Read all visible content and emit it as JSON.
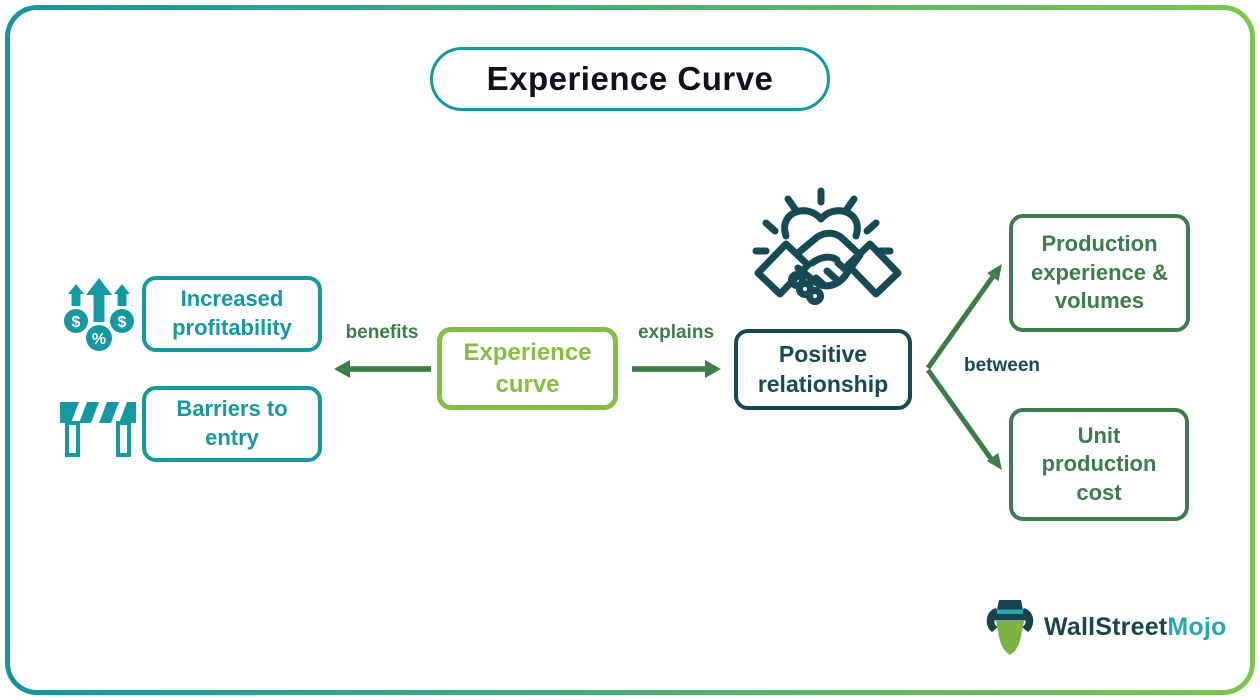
{
  "colors": {
    "teal": "#1599a1",
    "dark-teal": "#174a52",
    "green": "#3d7c4b",
    "light-green": "#85be43",
    "title-ink": "#0e1318",
    "border-start": "#1794a0",
    "border-end": "#7cc84b",
    "logo-navy": "#17444e",
    "logo-teal": "#27a9ad",
    "bull-green": "#7cb342"
  },
  "title": "Experience Curve",
  "center": {
    "label": "Experience curve"
  },
  "left_flow": {
    "arrow_label": "benefits",
    "boxes": [
      {
        "label": "Increased profitability",
        "icon": "profit-growth-icon"
      },
      {
        "label": "Barriers to entry",
        "icon": "road-barrier-icon"
      }
    ]
  },
  "right_flow": {
    "arrow_label": "explains",
    "relationship": {
      "label": "Positive relationship",
      "icon": "handshake-heart-icon"
    },
    "between_label": "between",
    "factors": [
      {
        "label": "Production experience & volumes"
      },
      {
        "label": "Unit production cost"
      }
    ]
  },
  "icon_glyphs": {
    "dollar": "$",
    "percent": "%"
  },
  "logo": {
    "brand_primary": "WallStreet",
    "brand_accent": "Mojo",
    "icon": "bull-mascot-icon"
  }
}
